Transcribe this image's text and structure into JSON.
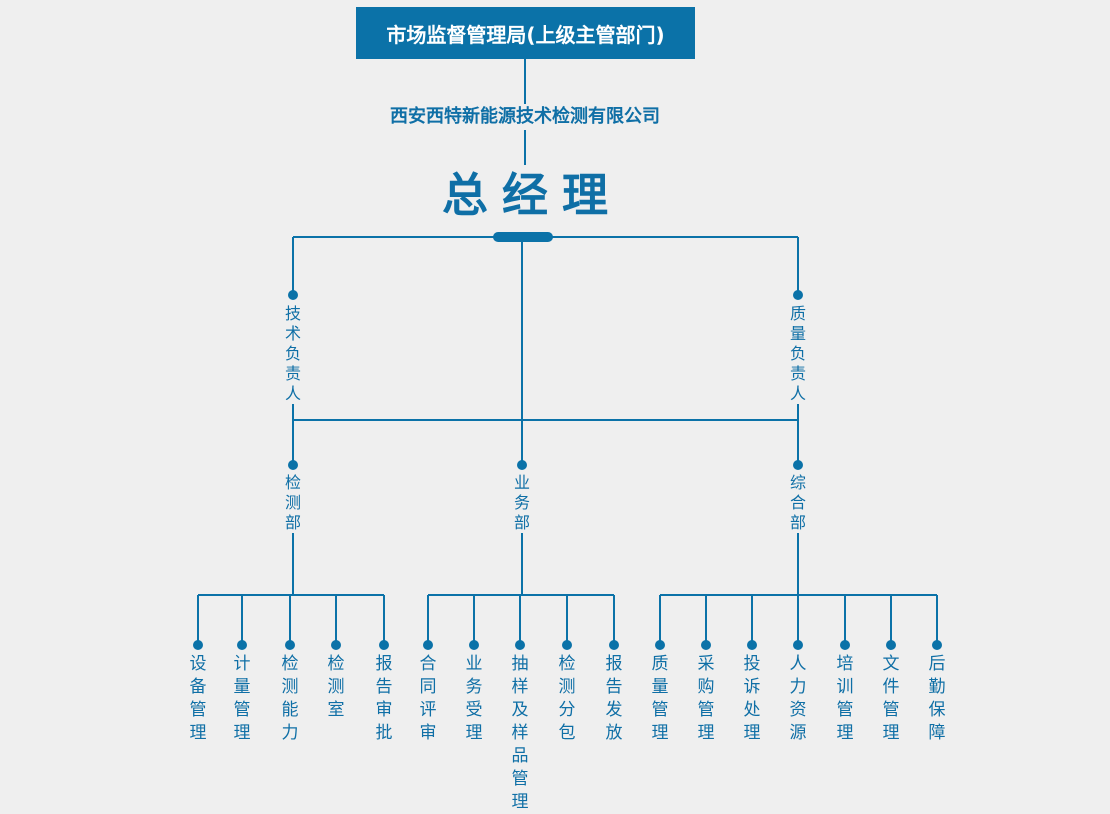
{
  "authority": "市场监督管理局(上级主管部门)",
  "company": "西安西特新能源技术检测有限公司",
  "general_manager": "总经理",
  "deputies": [
    "技术负责人",
    "质量负责人"
  ],
  "departments": [
    {
      "name": "检测部",
      "units": [
        "设备管理",
        "计量管理",
        "检测能力",
        "检测室",
        "报告审批"
      ]
    },
    {
      "name": "业务部",
      "units": [
        "合同评审",
        "业务受理",
        "抽样及样品管理",
        "检测分包",
        "报告发放"
      ]
    },
    {
      "name": "综合部",
      "units": [
        "质量管理",
        "采购管理",
        "投诉处理",
        "人力资源",
        "培训管理",
        "文件管理",
        "后勤保障"
      ]
    }
  ],
  "colors": {
    "primary": "#0b72a8",
    "background": "#efefef"
  }
}
